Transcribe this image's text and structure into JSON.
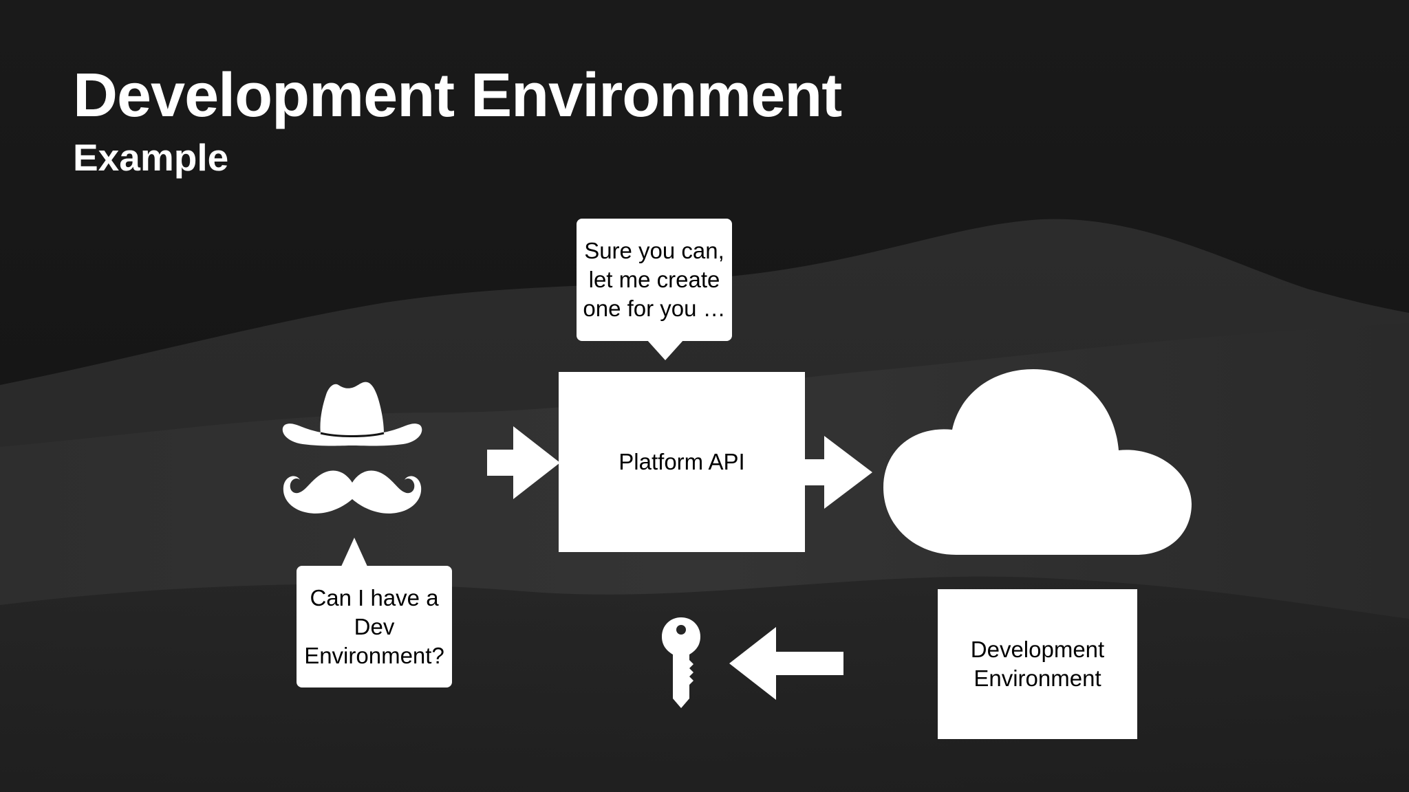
{
  "slide": {
    "title": "Development Environment",
    "subtitle": "Example"
  },
  "diagram": {
    "user_request": "Can I have a Dev Environment?",
    "platform_reply": "Sure you can, let me create one for you …",
    "platform_label": "Platform API",
    "result_label": "Development Environment"
  },
  "colors": {
    "background": "#141414",
    "foreground": "#ffffff"
  },
  "icons": [
    "cowboy-hat-icon",
    "mustache-icon",
    "arrow-right-icon",
    "arrow-left-icon",
    "cloud-icon",
    "key-icon"
  ]
}
